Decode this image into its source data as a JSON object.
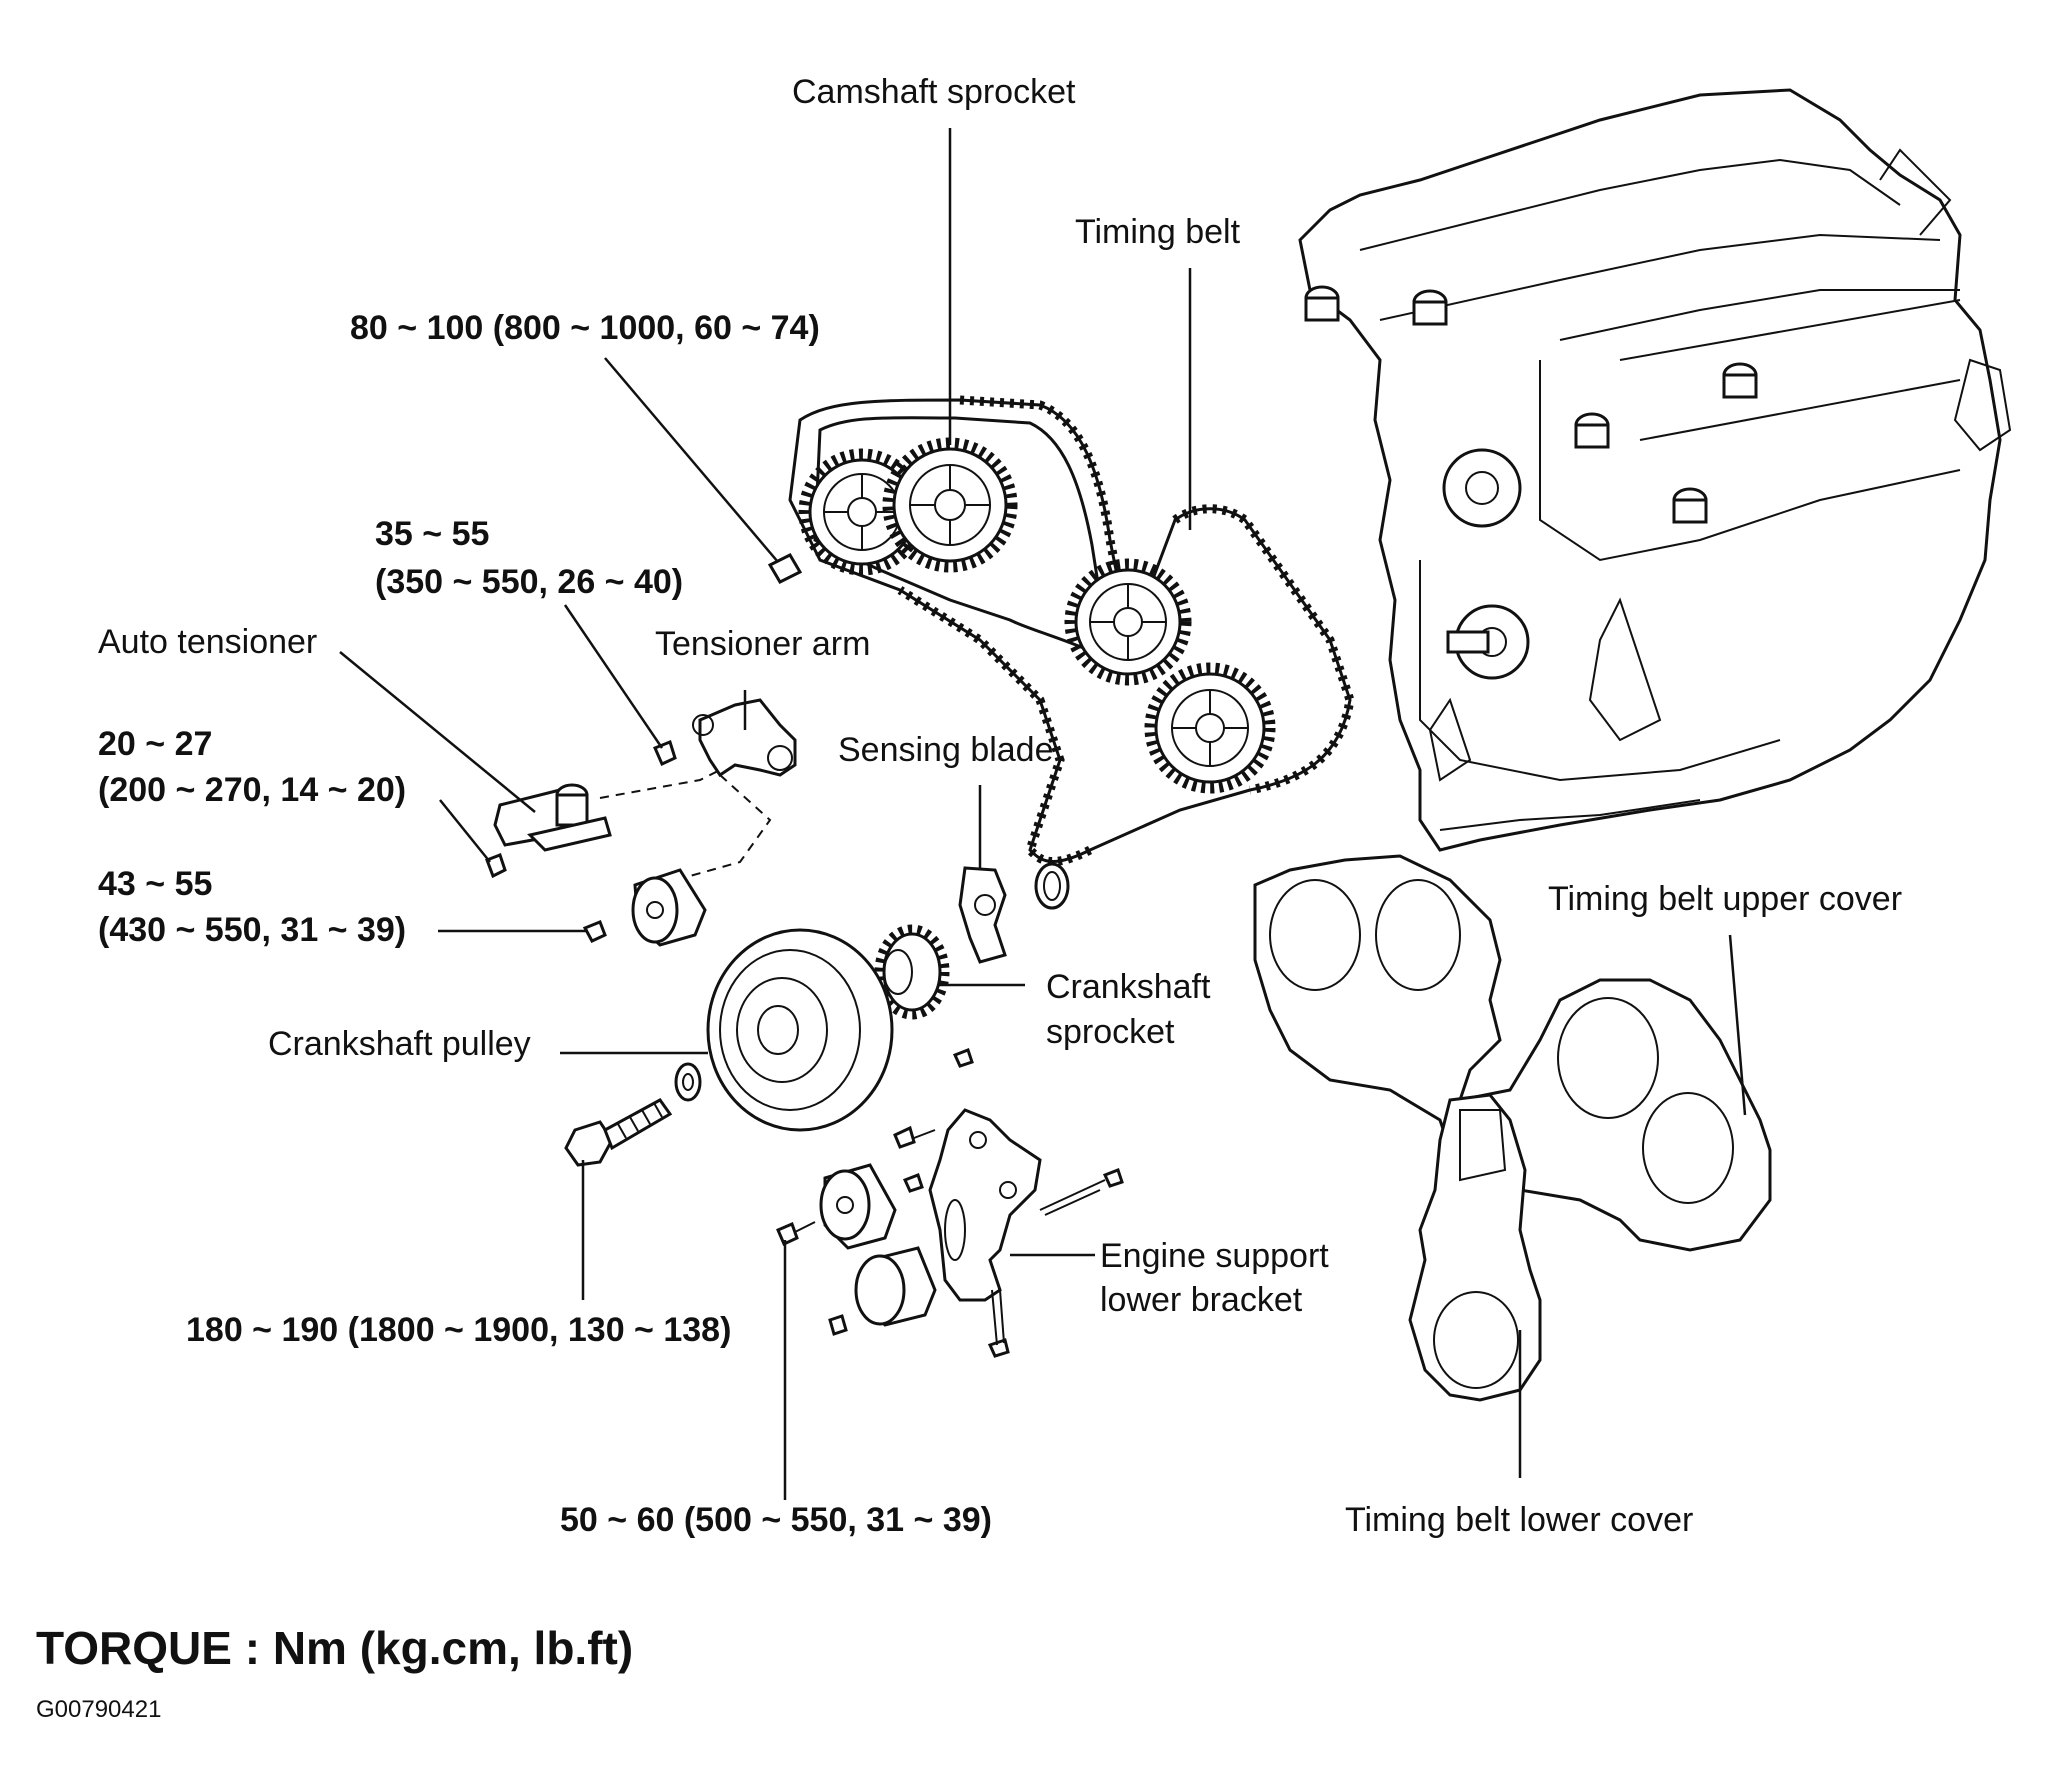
{
  "labels": {
    "camshaft_sprocket": "Camshaft sprocket",
    "timing_belt": "Timing belt",
    "torque_camshaft_bolt": "80 ~ 100 (800 ~ 1000, 60 ~ 74)",
    "torque_tensioner_arm_line1": "35 ~ 55",
    "torque_tensioner_arm_line2": "(350 ~ 550, 26 ~ 40)",
    "auto_tensioner": "Auto tensioner",
    "tensioner_arm": "Tensioner arm",
    "torque_auto_tensioner_line1": "20 ~ 27",
    "torque_auto_tensioner_line2": "(200 ~ 270, 14 ~ 20)",
    "sensing_blade": "Sensing blade",
    "torque_idler_line1": "43 ~ 55",
    "torque_idler_line2": "(430 ~ 550, 31 ~ 39)",
    "crankshaft_sprocket_line1": "Crankshaft",
    "crankshaft_sprocket_line2": "sprocket",
    "crankshaft_pulley": "Crankshaft pulley",
    "engine_support_line1": "Engine support",
    "engine_support_line2": "lower bracket",
    "timing_belt_upper_cover": "Timing belt upper cover",
    "torque_crank_bolt": "180 ~ 190 (1800 ~ 1900, 130 ~ 138)",
    "torque_bracket_bolt": "50 ~ 60 (500 ~ 550, 31 ~ 39)",
    "timing_belt_lower_cover": "Timing belt lower cover"
  },
  "footer": {
    "torque_units": "TORQUE : Nm (kg.cm, lb.ft)",
    "figure_code": "G00790421"
  }
}
